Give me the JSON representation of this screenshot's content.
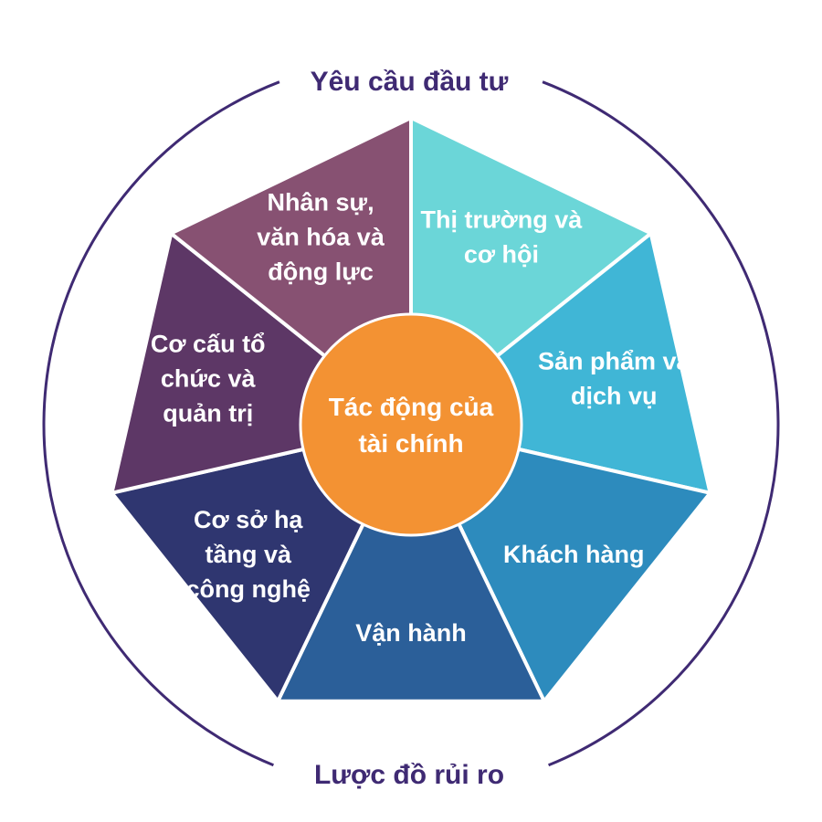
{
  "diagram": {
    "top_label": "Yêu cầu đầu tư",
    "bottom_label": "Lược đồ rủi ro",
    "ring_color": "#3f2a73",
    "center": {
      "lines": [
        "Tác động của",
        "tài chính"
      ],
      "color": "#f39233"
    },
    "segments": [
      {
        "lines": [
          "Thị trường và",
          "cơ hội"
        ],
        "color": "#6bd6d8"
      },
      {
        "lines": [
          "Sản phẩm và",
          "dịch vụ"
        ],
        "color": "#40b6d6"
      },
      {
        "lines": [
          "Khách hàng"
        ],
        "color": "#2d8bbd"
      },
      {
        "lines": [
          "Vận hành"
        ],
        "color": "#2b5f99"
      },
      {
        "lines": [
          "Cơ sở hạ",
          "tầng và",
          "công nghệ"
        ],
        "color": "#2f3670"
      },
      {
        "lines": [
          "Cơ cấu tổ",
          "chức và",
          "quản trị"
        ],
        "color": "#5d3766"
      },
      {
        "lines": [
          "Nhân sự,",
          "văn hóa và",
          "động lực"
        ],
        "color": "#875172"
      }
    ]
  }
}
